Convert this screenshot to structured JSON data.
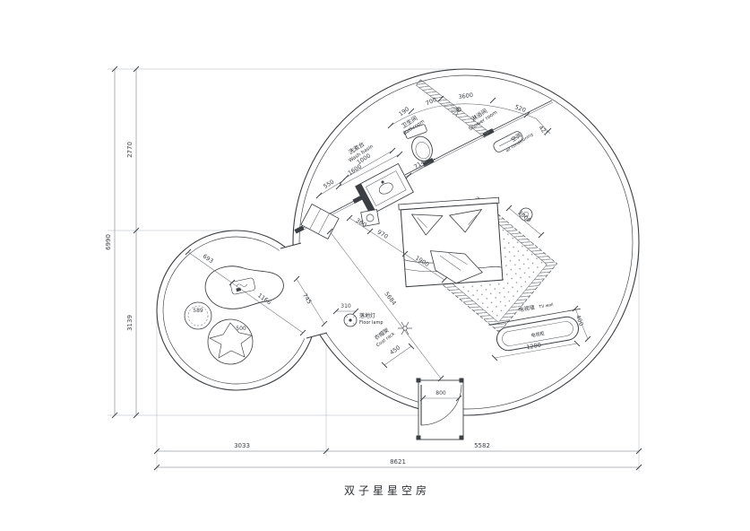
{
  "title": "双子星星空房",
  "labels": {
    "wash_basin_zh": "洗漱台",
    "wash_basin_en": "Wash basin",
    "bathroom_zh": "卫生间",
    "bathroom_en": "Bathroom",
    "shower_zh": "淋浴间",
    "shower_en": "Shower room",
    "aircon_zh": "空调",
    "aircon_en": "air conditioning",
    "floor_lamp_zh": "落地灯",
    "floor_lamp_en": "Floor lamp",
    "coat_rack_zh": "衣帽架",
    "coat_rack_en": "Coat rack",
    "tv_wall_zh": "电视墙",
    "tv_wall_en": "TV wall",
    "tv_cabinet_zh": "电视柜"
  },
  "dims": {
    "d190": "190",
    "d700": "700",
    "d3600": "3600",
    "d520": "520",
    "d421": "421",
    "d1000": "1000",
    "d1600": "1600",
    "d714": "714",
    "d550": "550",
    "d360": "360",
    "d970": "970",
    "d1900": "1900",
    "d2000": "2000",
    "d5684": "5684",
    "d745": "745",
    "d310": "310",
    "d450": "450",
    "d400": "400",
    "d1200": "1200",
    "d800": "800",
    "d693": "693",
    "d1166": "1166",
    "d589": "589",
    "d500": "500",
    "d2770": "2770",
    "d3139": "3139",
    "d6990": "6990",
    "d3033": "3033",
    "d5582": "5582",
    "d8621": "8621"
  },
  "colors": {
    "line": "#3b3e42",
    "dim_line": "#6d7176",
    "text": "#2c2f33"
  }
}
